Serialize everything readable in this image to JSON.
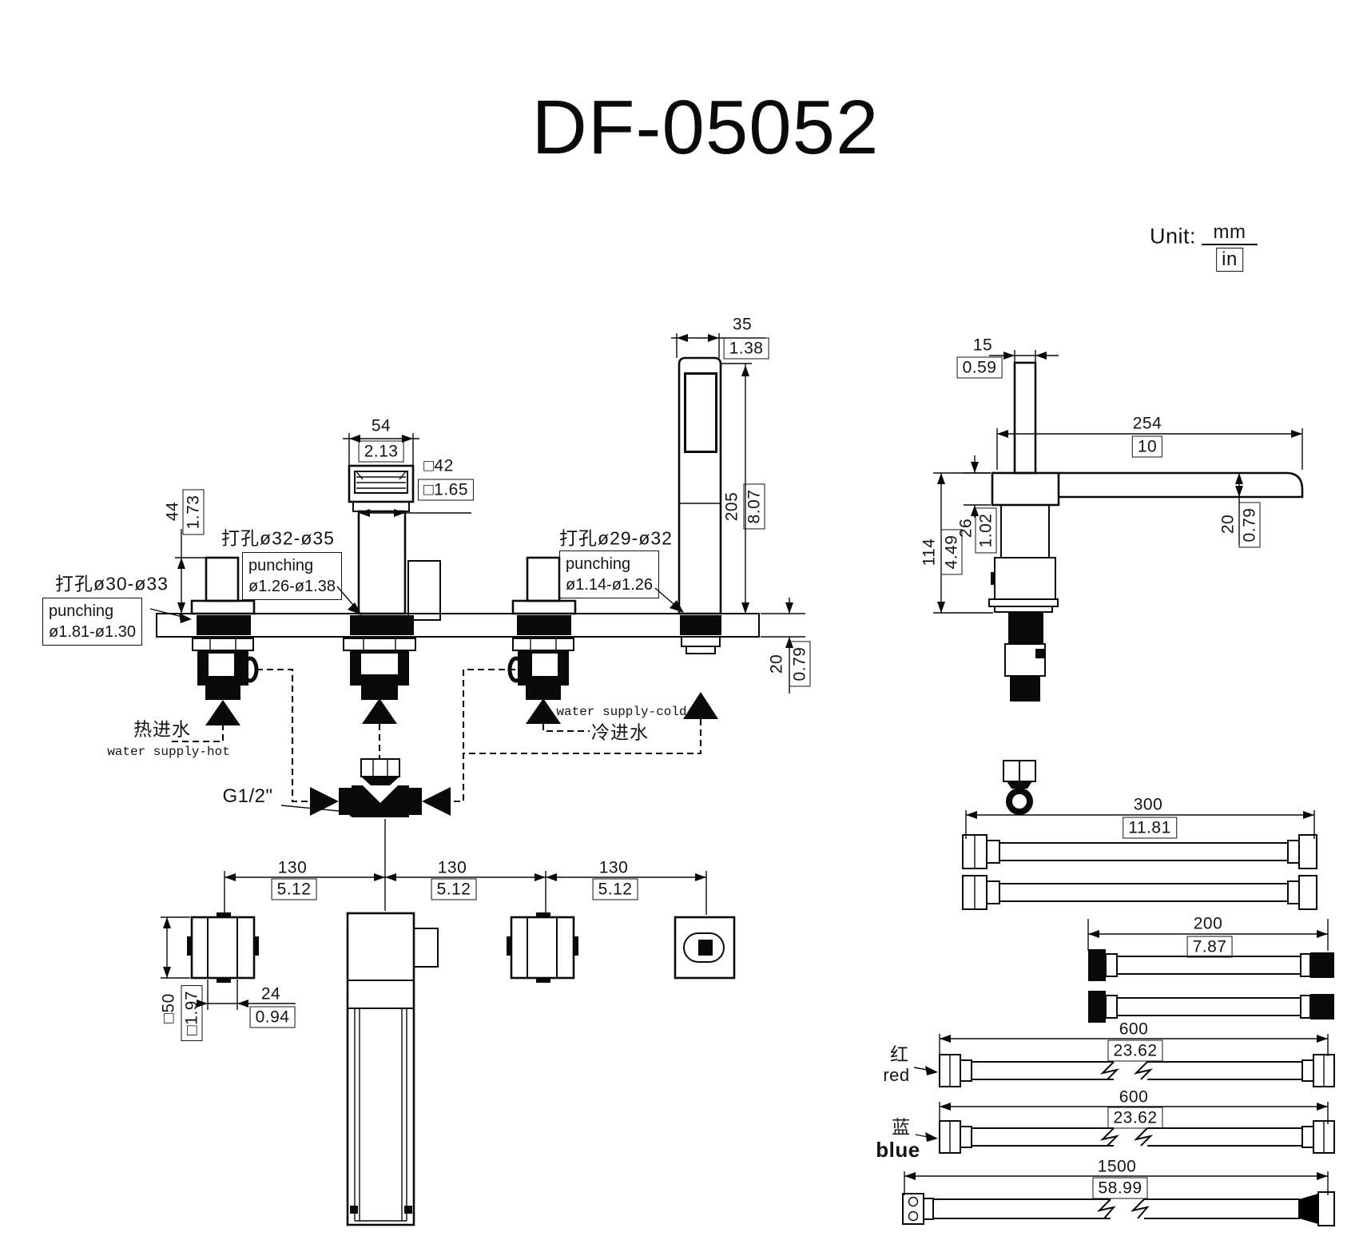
{
  "title": "DF-05052",
  "unit": {
    "label": "Unit:",
    "mm": "mm",
    "in": "in"
  },
  "front": {
    "spout_top_width": {
      "mm": "54",
      "in": "2.13"
    },
    "spout_body_square": {
      "mm": "□42",
      "in": "□1.65"
    },
    "handle_height": {
      "mm": "44",
      "in": "1.73"
    },
    "hand_shower_width": {
      "mm": "35",
      "in": "1.38"
    },
    "hand_shower_height": {
      "mm": "205",
      "in": "8.07"
    },
    "deck_thickness": {
      "mm": "20",
      "in": "0.79"
    },
    "punching_left": {
      "cn": "打孔ø30-ø33",
      "line1": "punching",
      "line2": "ø1.81-ø1.30"
    },
    "punching_center": {
      "cn": "打孔ø32-ø35",
      "line1": "punching",
      "line2": "ø1.26-ø1.38"
    },
    "punching_right": {
      "cn": "打孔ø29-ø32",
      "line1": "punching",
      "line2": "ø1.14-ø1.26"
    },
    "hot_cn": "热进水",
    "hot_en": "water supply-hot",
    "cold_cn": "冷进水",
    "cold_en": "water supply-cold",
    "thread": "G1/2\""
  },
  "side": {
    "handle_width": {
      "mm": "15",
      "in": "0.59"
    },
    "spout_length": {
      "mm": "254",
      "in": "10"
    },
    "body_top": {
      "mm": "26",
      "in": "1.02"
    },
    "body_height": {
      "mm": "114",
      "in": "4.49"
    },
    "spout_thickness": {
      "mm": "20",
      "in": "0.79"
    }
  },
  "bottom": {
    "spacings": [
      {
        "mm": "130",
        "in": "5.12"
      },
      {
        "mm": "130",
        "in": "5.12"
      },
      {
        "mm": "130",
        "in": "5.12"
      }
    ],
    "handle_square": {
      "mm": "□50",
      "in": "□1.97"
    },
    "handle_depth": {
      "mm": "24",
      "in": "0.94"
    }
  },
  "hoses": {
    "hose_300": {
      "mm": "300",
      "in": "11.81"
    },
    "hose_200": {
      "mm": "200",
      "in": "7.87"
    },
    "hose_600_red": {
      "mm": "600",
      "in": "23.62",
      "cn": "红",
      "en": "red"
    },
    "hose_600_blue": {
      "mm": "600",
      "in": "23.62",
      "cn": "蓝",
      "en": "blue"
    },
    "hose_1500": {
      "mm": "1500",
      "in": "58.99"
    }
  }
}
